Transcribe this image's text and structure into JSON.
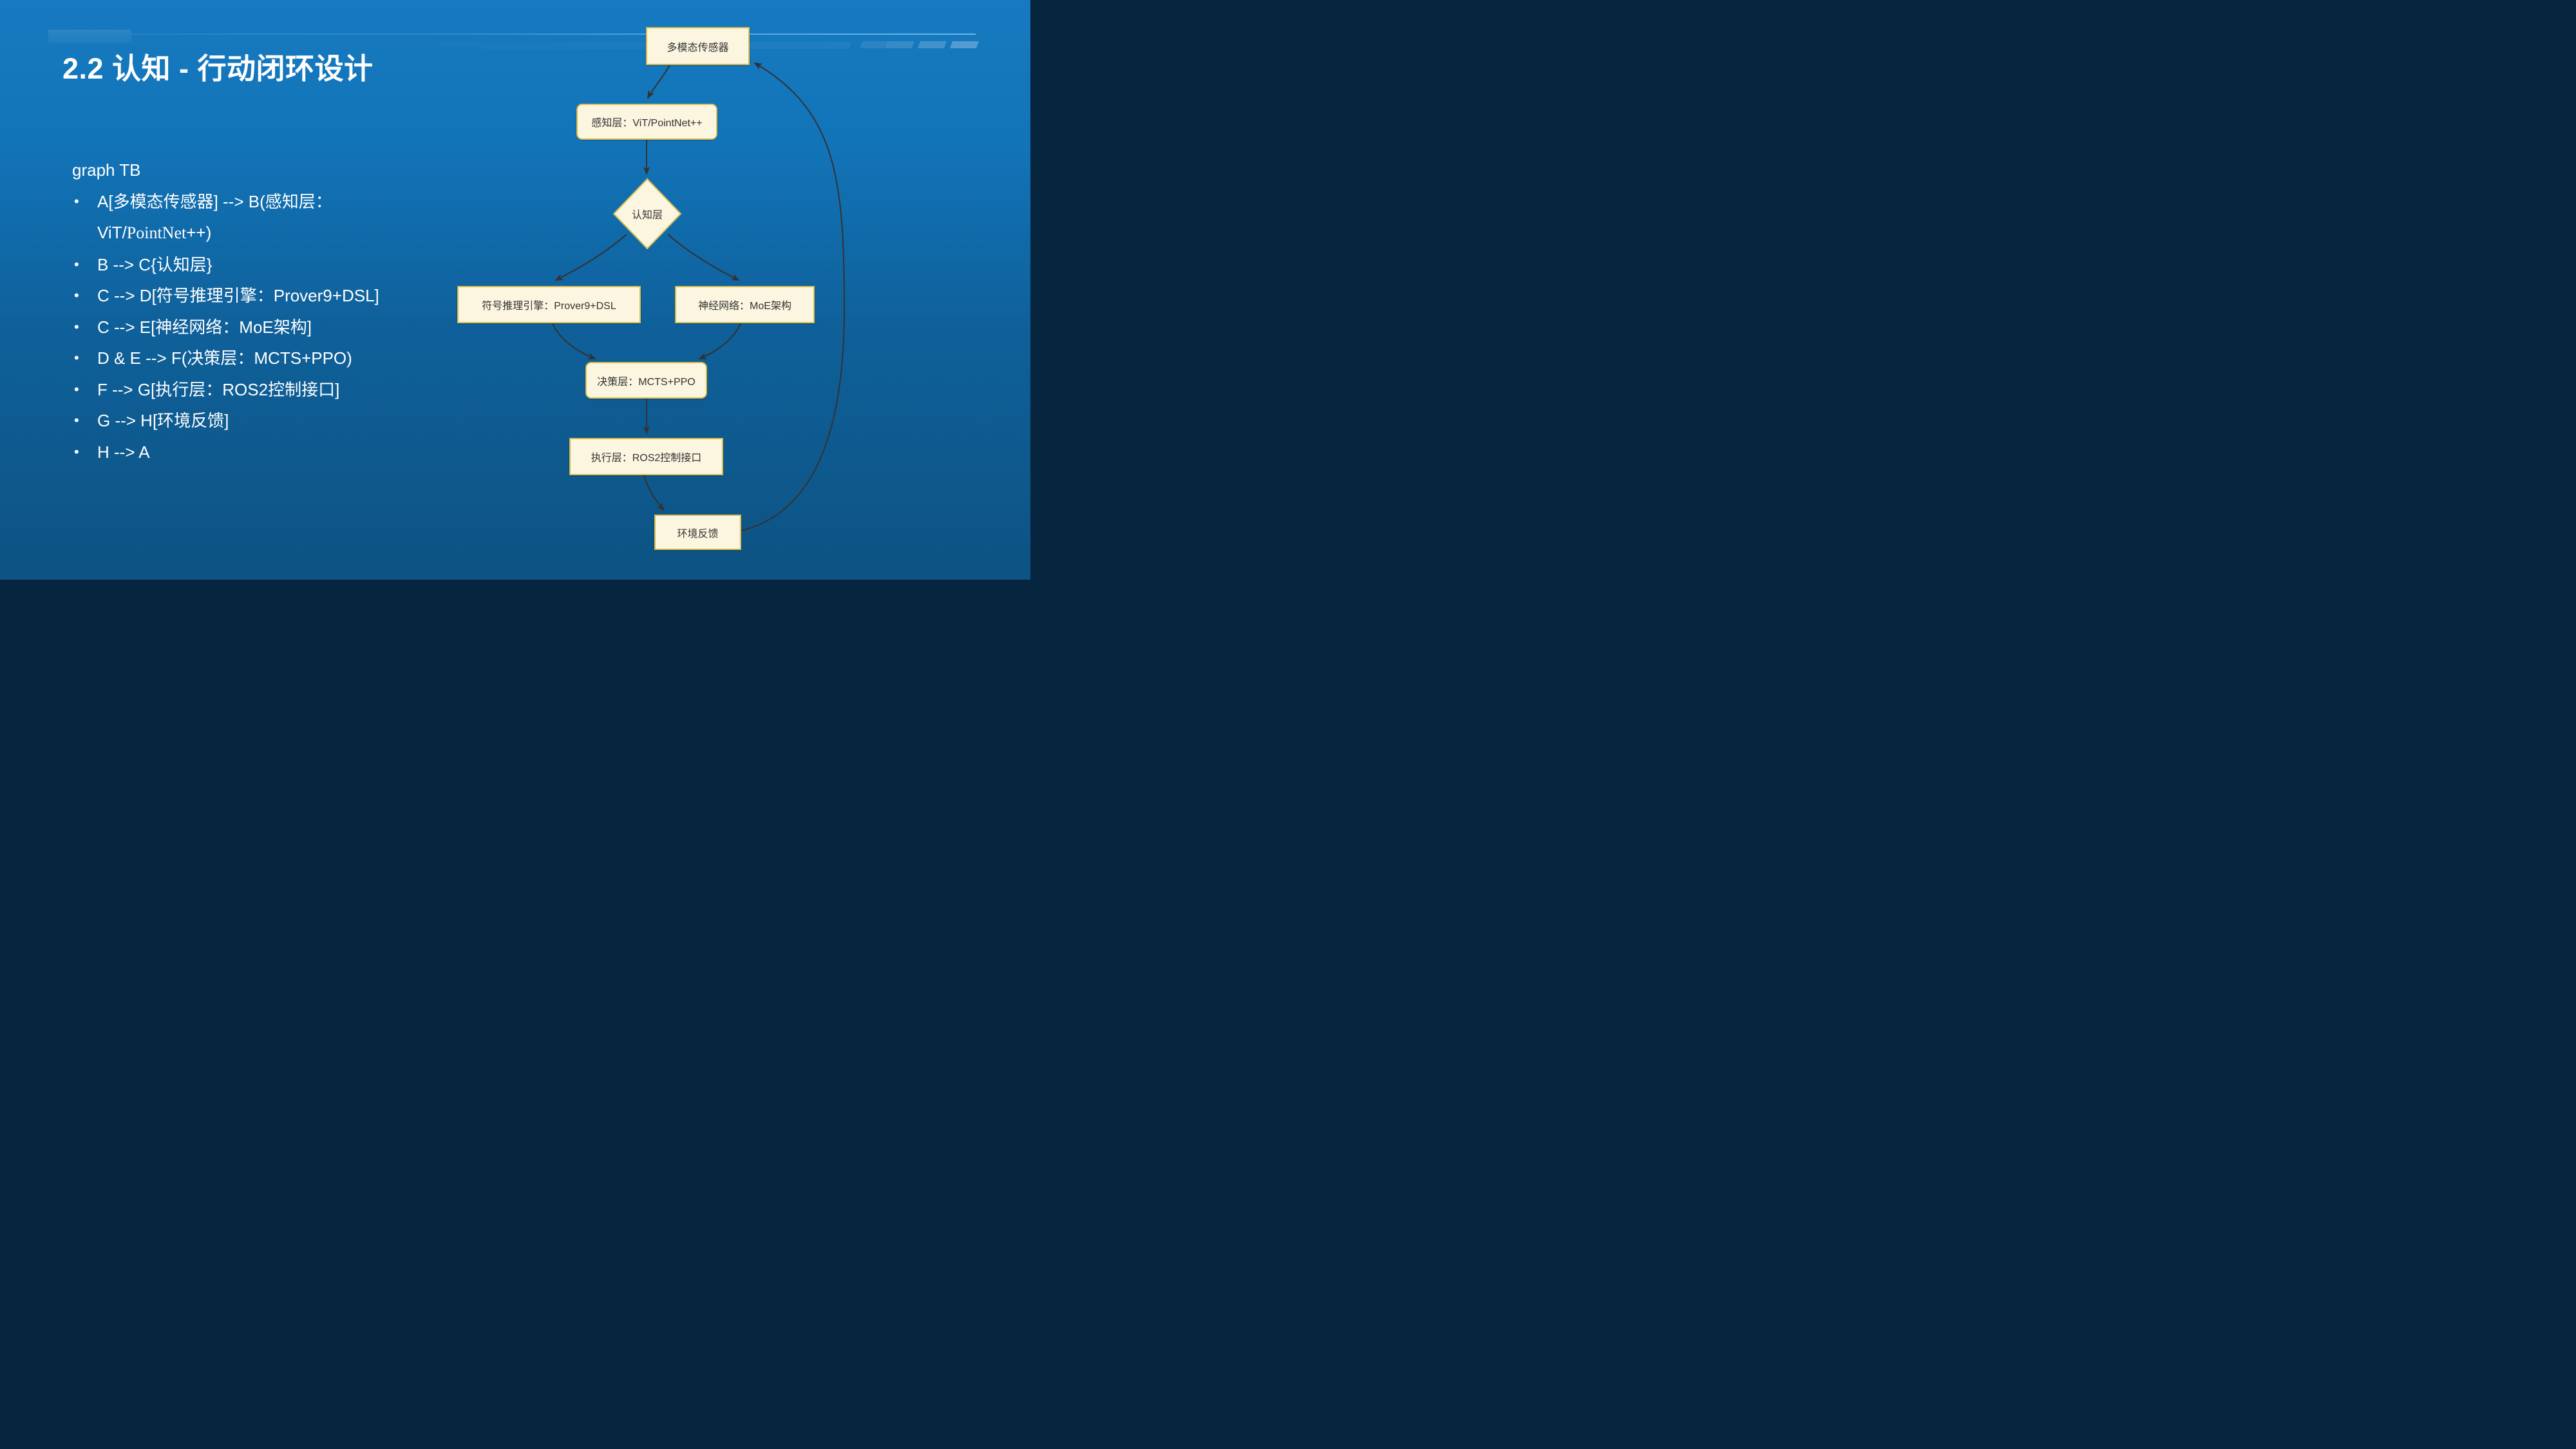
{
  "slide": {
    "title": "2.2 认知 - 行动闭环设计"
  },
  "code": {
    "header": "graph TB",
    "bullet": "•",
    "items": {
      "l1a": "A[多模态传感器] --> B(感知层：",
      "l1b_pre": "ViT/",
      "l1b_serif": "PointNet",
      "l1b_post": "++)",
      "l2": "B --> C{认知层}",
      "l3": "C --> D[符号推理引擎：Prover9+DSL]",
      "l4": "C --> E[神经网络：MoE架构]",
      "l5": "D & E --> F(决策层：MCTS+PPO)",
      "l6": "F --> G[执行层：ROS2控制接口]",
      "l7": "G --> H[环境反馈]",
      "l8": "H --> A"
    }
  },
  "diagram": {
    "nodes": {
      "A": {
        "label": "多模态传感器",
        "shape": "rect"
      },
      "B": {
        "label": "感知层：ViT/PointNet++",
        "shape": "rounded"
      },
      "C": {
        "label": "认知层",
        "shape": "diamond"
      },
      "D": {
        "label": "符号推理引擎：Prover9+DSL",
        "shape": "rect"
      },
      "E": {
        "label": "神经网络：MoE架构",
        "shape": "rect"
      },
      "F": {
        "label": "决策层：MCTS+PPO",
        "shape": "rounded"
      },
      "G": {
        "label": "执行层：ROS2控制接口",
        "shape": "rect"
      },
      "H": {
        "label": "环境反馈",
        "shape": "rect"
      }
    },
    "edges": [
      "A->B",
      "B->C",
      "C->D",
      "C->E",
      "D->F",
      "E->F",
      "F->G",
      "G->H",
      "H->A"
    ]
  },
  "colors": {
    "background_top": "#1779bf",
    "background_bottom": "#0d5383",
    "node_fill": "#fcf5e0",
    "node_border": "#d9be4f",
    "node_text": "#333333",
    "edge": "#333333",
    "title_text": "#ffffff",
    "code_text": "#ffffff"
  }
}
